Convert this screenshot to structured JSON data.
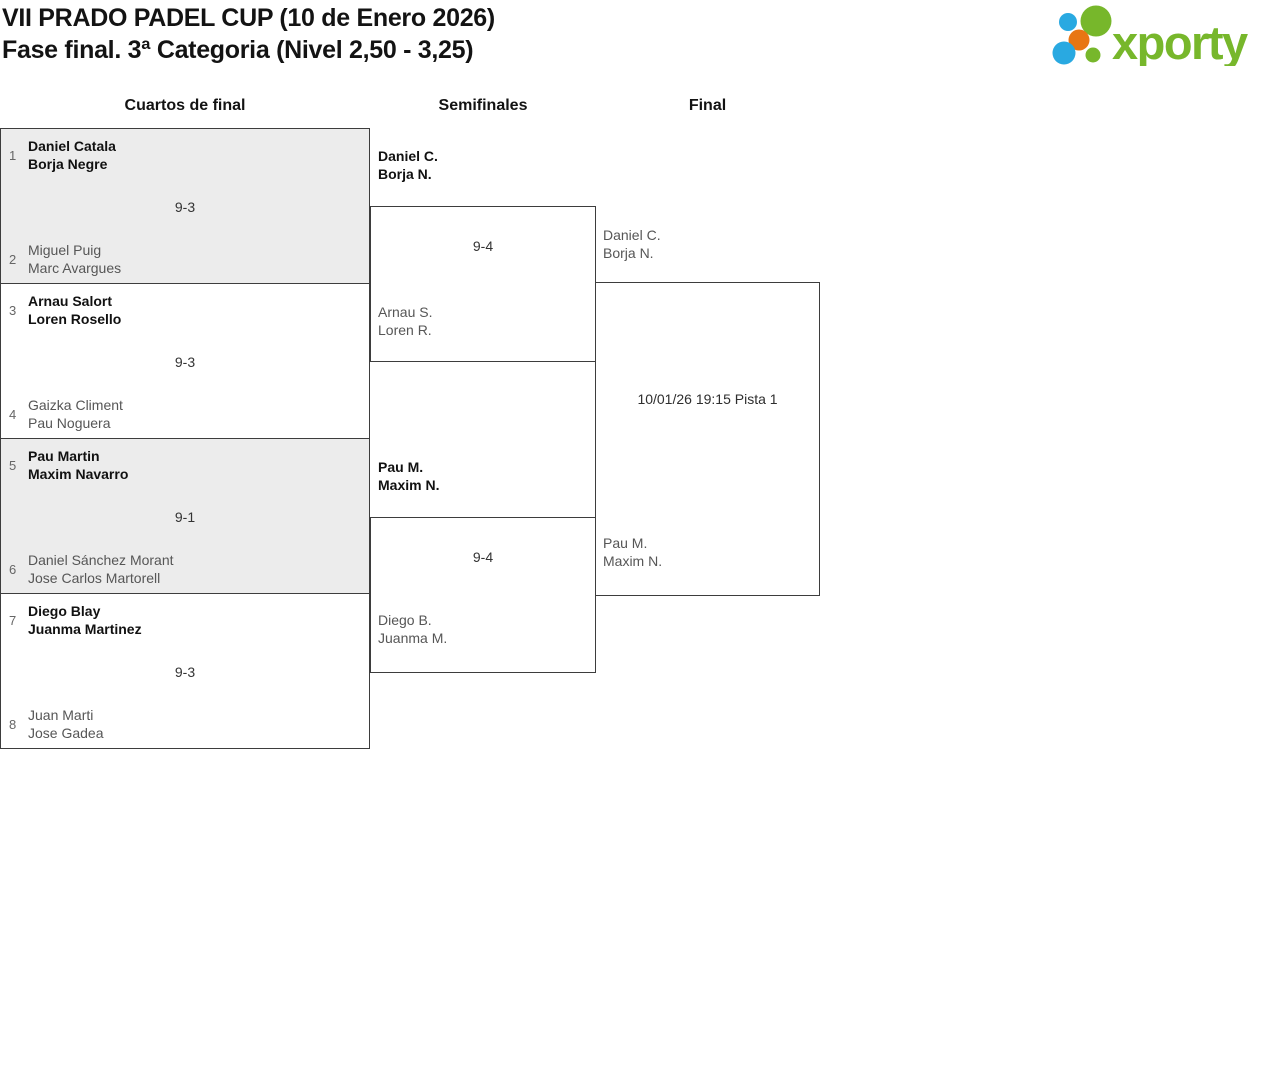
{
  "header": {
    "title_line1": "VII PRADO PADEL CUP (10 de Enero 2026)",
    "title_line2": "Fase final. 3ª Categoria (Nivel 2,50 - 3,25)",
    "logo_text": "xporty"
  },
  "round_headers": [
    "Cuartos de final",
    "Semifinales",
    "Final"
  ],
  "quarterfinals": [
    {
      "seed_top": "1",
      "team_top": [
        "Daniel Catala",
        "Borja Negre"
      ],
      "seed_bottom": "2",
      "team_bottom": [
        "Miguel Puig",
        "Marc Avargues"
      ],
      "score": "9-3",
      "winner": "top"
    },
    {
      "seed_top": "3",
      "team_top": [
        "Arnau Salort",
        "Loren Rosello"
      ],
      "seed_bottom": "4",
      "team_bottom": [
        "Gaizka Climent",
        "Pau Noguera"
      ],
      "score": "9-3",
      "winner": "top"
    },
    {
      "seed_top": "5",
      "team_top": [
        "Pau Martin",
        "Maxim Navarro"
      ],
      "seed_bottom": "6",
      "team_bottom": [
        "Daniel Sánchez Morant",
        "Jose Carlos Martorell"
      ],
      "score": "9-1",
      "winner": "top"
    },
    {
      "seed_top": "7",
      "team_top": [
        "Diego Blay",
        "Juanma Martinez"
      ],
      "seed_bottom": "8",
      "team_bottom": [
        "Juan Marti",
        "Jose Gadea"
      ],
      "score": "9-3",
      "winner": "top"
    }
  ],
  "semifinals": [
    {
      "team_top": [
        "Daniel C.",
        "Borja N."
      ],
      "team_bottom": [
        "Arnau S.",
        "Loren R."
      ],
      "score": "9-4",
      "winner": "top"
    },
    {
      "team_top": [
        "Pau M.",
        "Maxim N."
      ],
      "team_bottom": [
        "Diego B.",
        "Juanma M."
      ],
      "score": "9-4",
      "winner": "top"
    }
  ],
  "final": {
    "team_top": [
      "Daniel C.",
      "Borja N."
    ],
    "team_bottom": [
      "Pau M.",
      "Maxim N."
    ],
    "schedule": "10/01/26 19:15 Pista 1"
  },
  "colors": {
    "logo_green": "#77b72b",
    "logo_blue": "#29a9e1",
    "logo_orange": "#e87613",
    "match_shaded_bg": "#ececec",
    "border": "#3d3d3d",
    "winner_text": "#111111",
    "muted_text": "#565656"
  }
}
